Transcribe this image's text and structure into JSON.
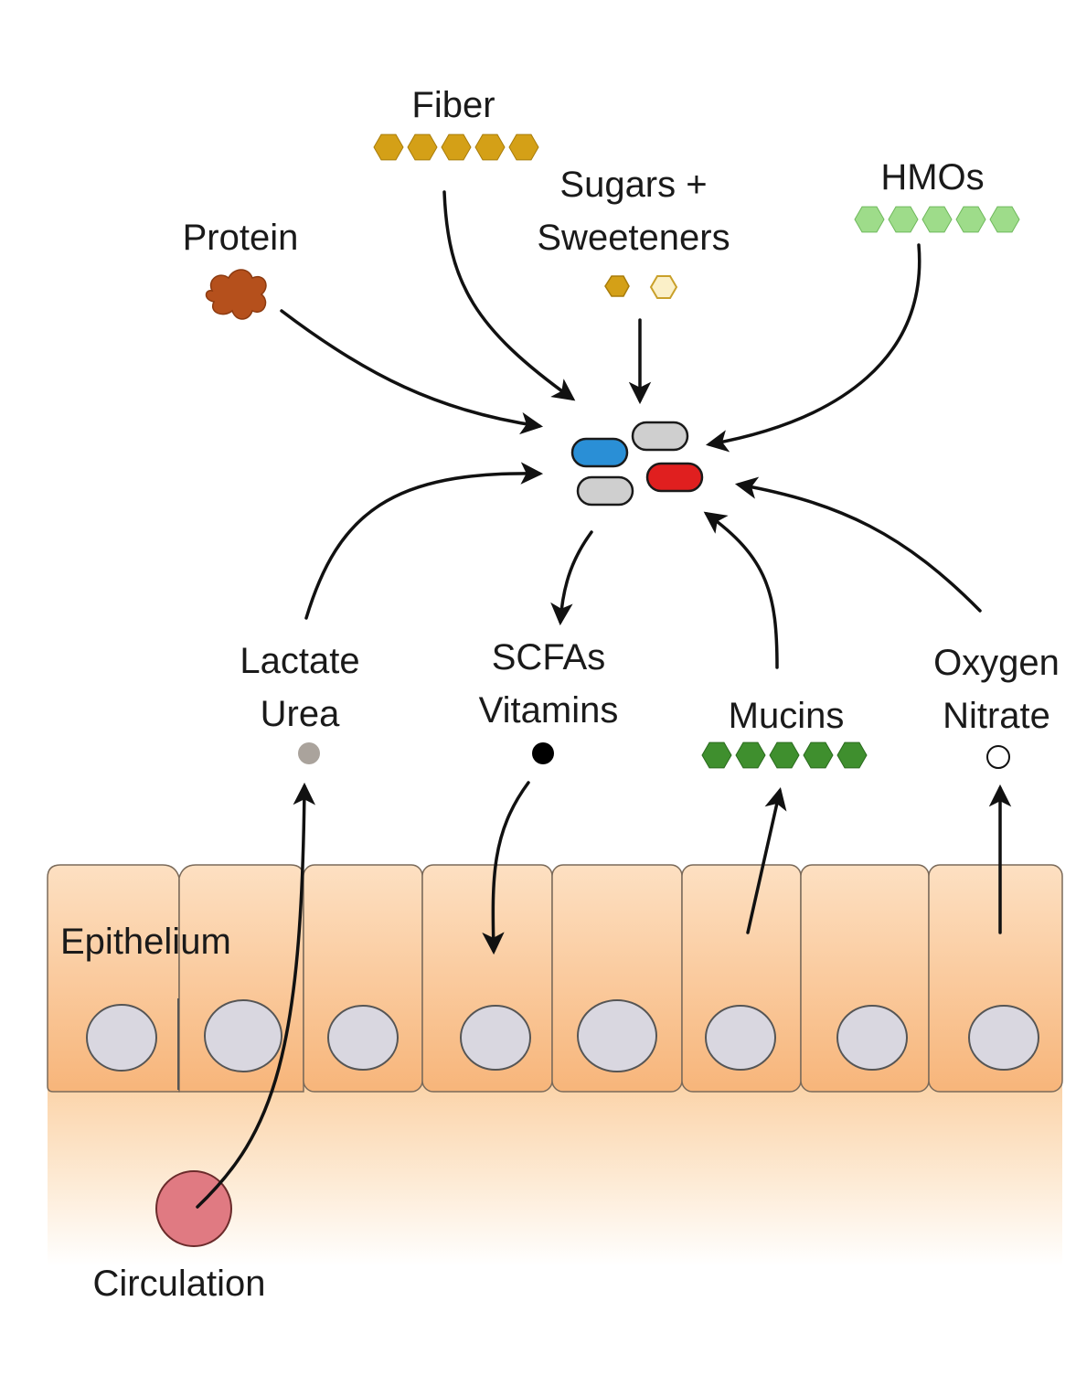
{
  "labels": {
    "fiber": "Fiber",
    "protein": "Protein",
    "sugars_line1": "Sugars +",
    "sugars_line2": "Sweeteners",
    "hmos": "HMOs",
    "lactate_line1": "Lactate",
    "lactate_line2": "Urea",
    "scfas_line1": "SCFAs",
    "scfas_line2": "Vitamins",
    "mucins": "Mucins",
    "oxygen_line1": "Oxygen",
    "oxygen_line2": "Nitrate",
    "epithelium": "Epithelium",
    "circulation": "Circulation"
  },
  "colors": {
    "fiber": "#d4a017",
    "protein": "#b5501c",
    "sugar_filled": "#d4a017",
    "sugar_hollow": "#fbf0c8",
    "hmo": "#9edc8a",
    "mucin": "#3f8f2e",
    "lactate_dot": "#aaa39c",
    "scfa_dot": "#000000",
    "oxygen_dot": "#ffffff",
    "bacterium_blue": "#2a8fd6",
    "bacterium_red": "#e01f1f",
    "bacterium_gray": "#cfcfcf",
    "circulation": "#e07a82",
    "cell_top": "#fde0c2",
    "cell_bottom": "#f7b57a",
    "nucleus": "#d9d7e0"
  }
}
